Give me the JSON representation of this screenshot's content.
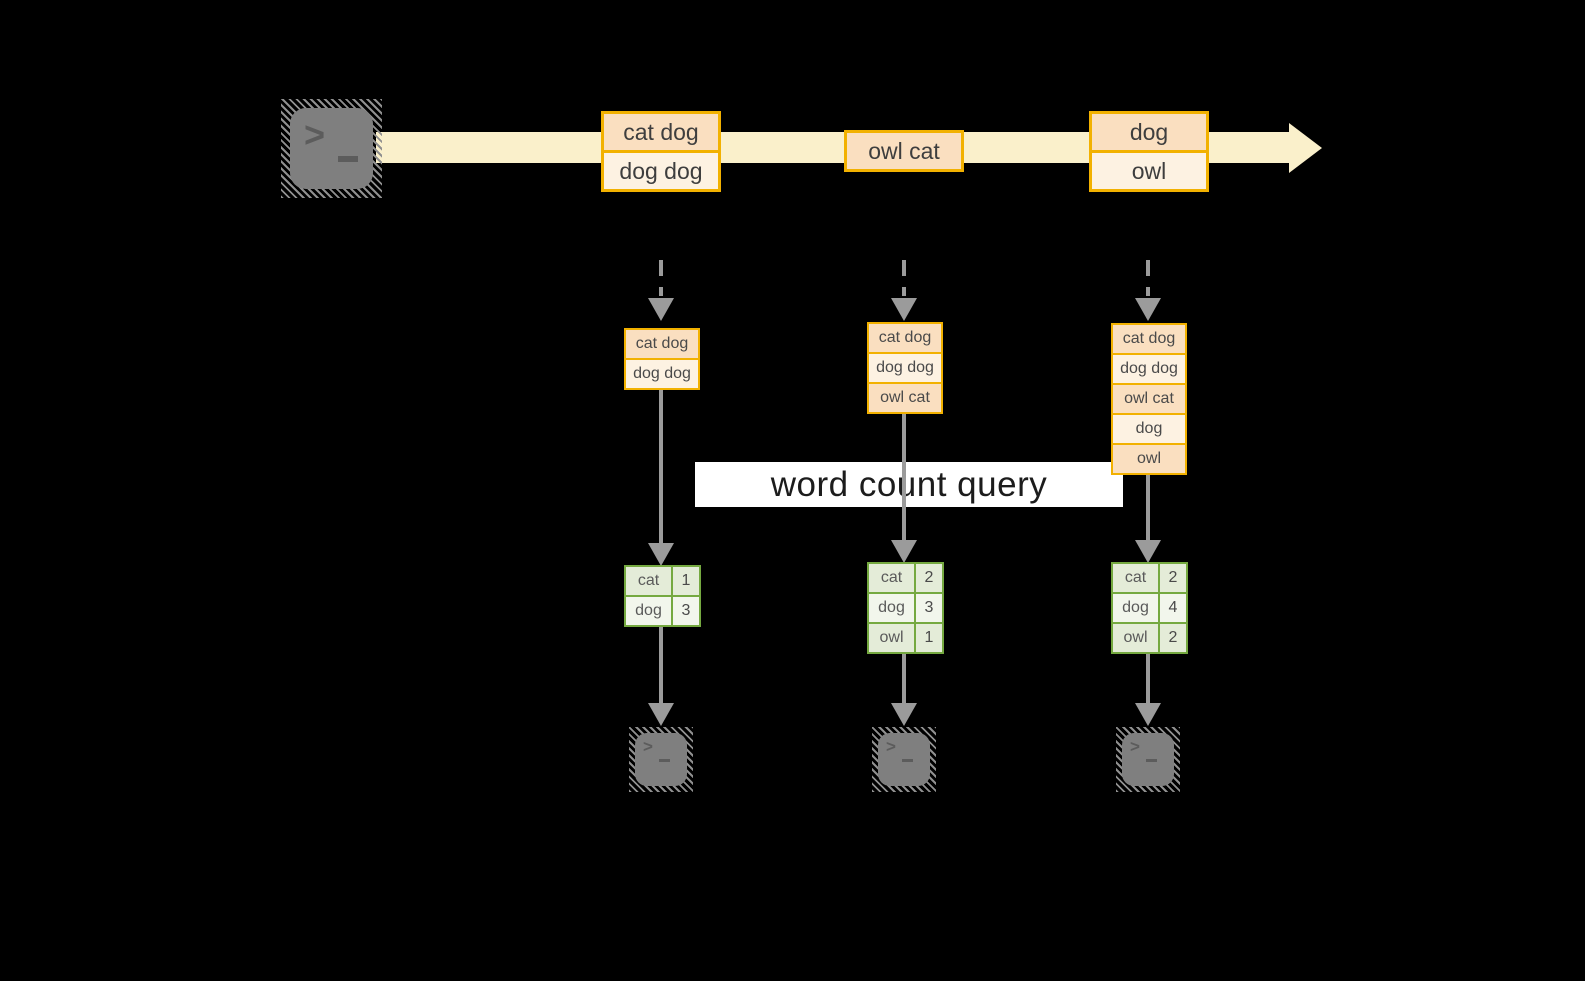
{
  "query_label": "word count query",
  "colors": {
    "gold": "#F2B100",
    "peach": "#FADFC0",
    "cream": "#FDF2E2",
    "streamBand": "#FAF0CB",
    "green": "#75A940",
    "greenCellA": "#E4ECD8",
    "greenCellB": "#F2F6EC",
    "arrowGray": "#9B9B9B",
    "terminalGray": "#7F7F7F",
    "bandWhite": "#FFFFFF"
  },
  "stream": {
    "source_icon": "terminal-icon",
    "batches": [
      {
        "rows": [
          "cat dog",
          "dog dog"
        ]
      },
      {
        "rows": [
          "owl cat"
        ]
      },
      {
        "rows": [
          "dog",
          "owl"
        ]
      }
    ]
  },
  "columns": [
    {
      "state_rows": [
        "cat dog",
        "dog dog"
      ],
      "counts": [
        {
          "word": "cat",
          "count": "1"
        },
        {
          "word": "dog",
          "count": "3"
        }
      ],
      "sink_icon": "terminal-icon"
    },
    {
      "state_rows": [
        "cat dog",
        "dog dog",
        "owl cat"
      ],
      "counts": [
        {
          "word": "cat",
          "count": "2"
        },
        {
          "word": "dog",
          "count": "3"
        },
        {
          "word": "owl",
          "count": "1"
        }
      ],
      "sink_icon": "terminal-icon"
    },
    {
      "state_rows": [
        "cat dog",
        "dog dog",
        "owl cat",
        "dog",
        "owl"
      ],
      "counts": [
        {
          "word": "cat",
          "count": "2"
        },
        {
          "word": "dog",
          "count": "4"
        },
        {
          "word": "owl",
          "count": "2"
        }
      ],
      "sink_icon": "terminal-icon"
    }
  ]
}
